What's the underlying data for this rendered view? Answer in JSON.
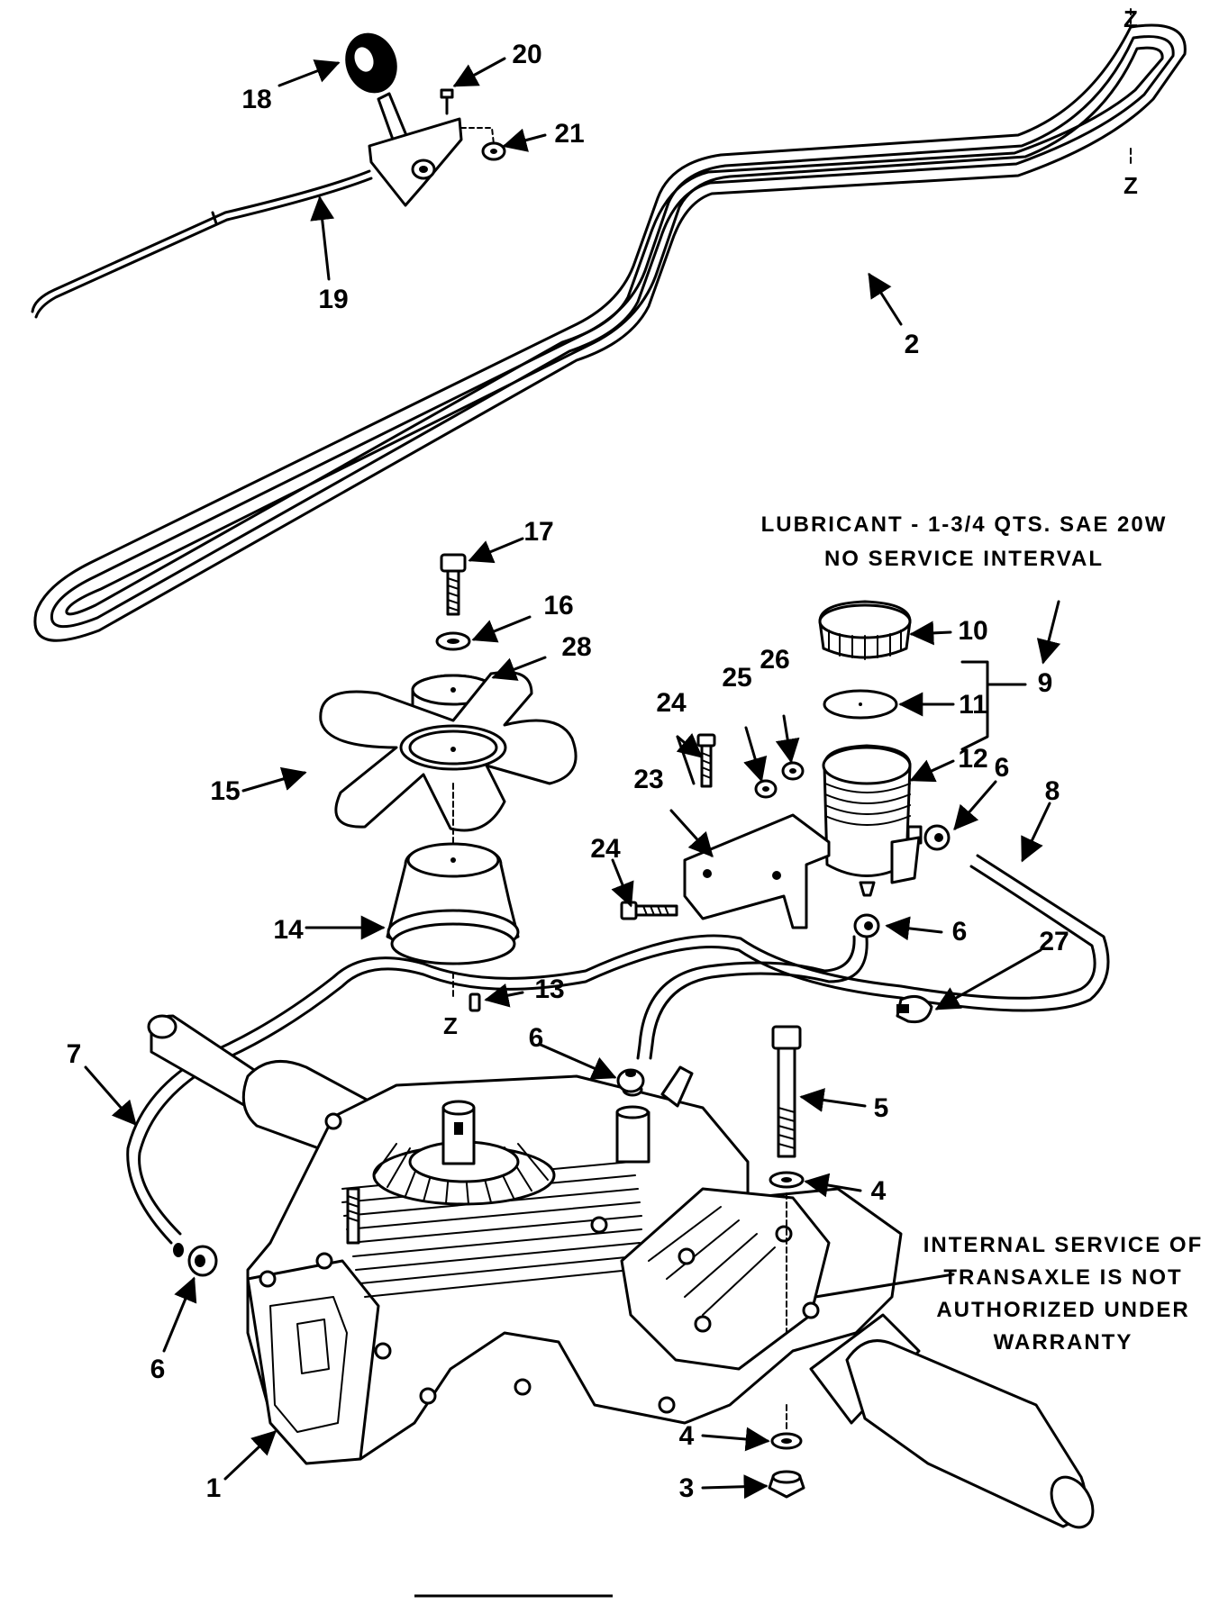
{
  "notes": {
    "lubricant_line1": "LUBRICANT - 1-3/4 QTS. SAE 20W",
    "lubricant_line2": "NO SERVICE INTERVAL",
    "service_line1": "INTERNAL SERVICE OF",
    "service_line2": "TRANSAXLE IS NOT",
    "service_line3": "AUTHORIZED UNDER",
    "service_line4": "WARRANTY"
  },
  "axis_markers": {
    "z_top": "Z",
    "z_bottom": "Z",
    "z_center": "Z"
  },
  "callouts": {
    "c1": "1",
    "c2": "2",
    "c3": "3",
    "c4a": "4",
    "c4b": "4",
    "c5": "5",
    "c6a": "6",
    "c6b": "6",
    "c6c": "6",
    "c6d": "6",
    "c7": "7",
    "c8": "8",
    "c9": "9",
    "c10": "10",
    "c11": "11",
    "c12": "12",
    "c13": "13",
    "c14": "14",
    "c15": "15",
    "c16": "16",
    "c17": "17",
    "c18": "18",
    "c19": "19",
    "c20": "20",
    "c21": "21",
    "c23": "23",
    "c24a": "24",
    "c24b": "24",
    "c25": "25",
    "c26": "26",
    "c27": "27",
    "c28": "28"
  }
}
